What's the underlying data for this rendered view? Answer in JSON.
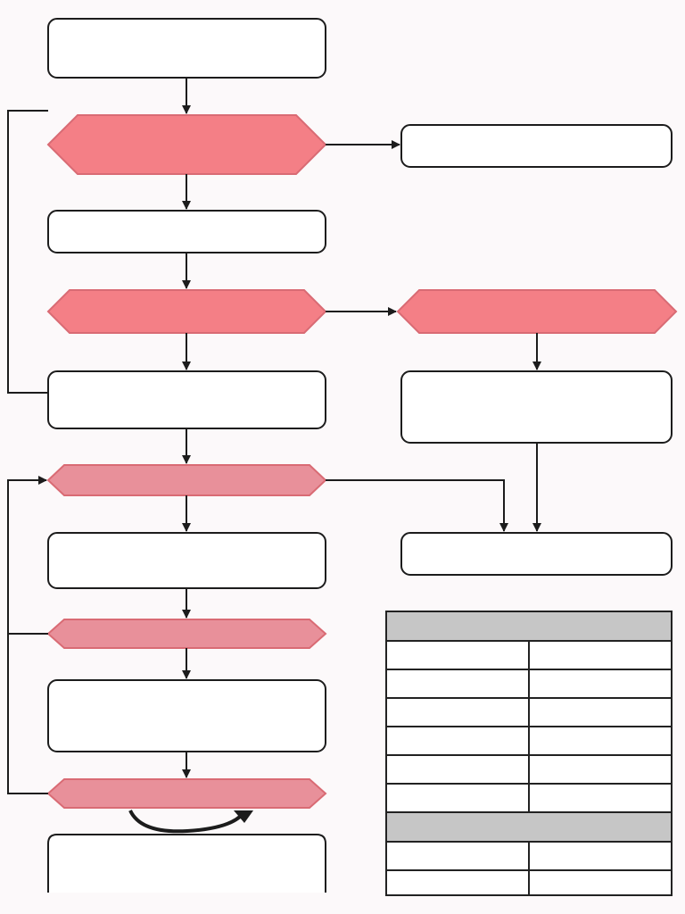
{
  "colors": {
    "decision_fill": "#f47f86",
    "decision_fill_muted": "#e8909a",
    "decision_stroke": "#d96b74",
    "process_stroke": "#1c1c1c",
    "background": "#fcf9fa",
    "table_header": "#c6c6c6"
  },
  "flowchart": {
    "processes": [
      {
        "id": "start",
        "label": ""
      },
      {
        "id": "side-result-1",
        "label": ""
      },
      {
        "id": "step-2",
        "label": ""
      },
      {
        "id": "step-3",
        "label": ""
      },
      {
        "id": "side-step-1",
        "label": ""
      },
      {
        "id": "side-result-2",
        "label": ""
      },
      {
        "id": "step-4",
        "label": ""
      },
      {
        "id": "step-5",
        "label": ""
      },
      {
        "id": "end",
        "label": ""
      }
    ],
    "decisions": [
      {
        "id": "decision-1",
        "label": ""
      },
      {
        "id": "decision-2",
        "label": ""
      },
      {
        "id": "side-decision-1",
        "label": ""
      },
      {
        "id": "decision-3",
        "label": ""
      },
      {
        "id": "decision-4",
        "label": ""
      },
      {
        "id": "decision-5",
        "label": ""
      }
    ]
  },
  "legend": {
    "header": "",
    "rows": [
      {
        "key": "",
        "value": ""
      },
      {
        "key": "",
        "value": ""
      },
      {
        "key": "",
        "value": ""
      },
      {
        "key": "",
        "value": ""
      },
      {
        "key": "",
        "value": ""
      },
      {
        "key": "",
        "value": ""
      }
    ],
    "subheader": "",
    "rows2": [
      {
        "key": "",
        "value": ""
      },
      {
        "key": "",
        "value": ""
      }
    ]
  }
}
